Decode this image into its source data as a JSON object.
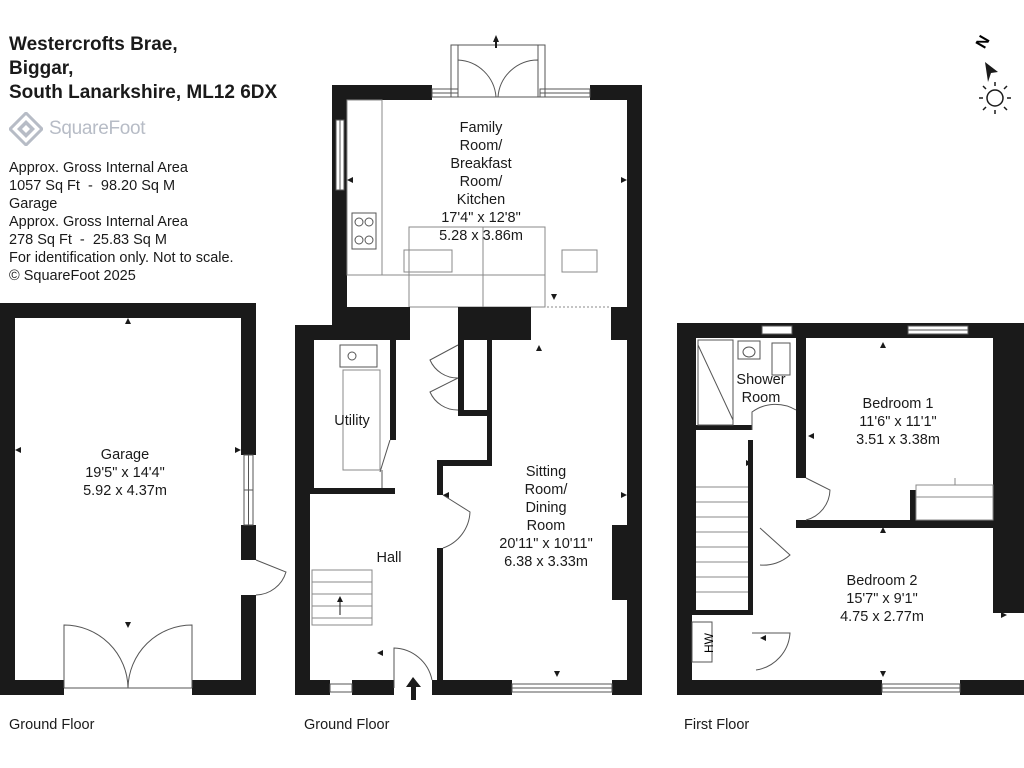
{
  "address": {
    "line1": "Westercrofts Brae,",
    "line2": "Biggar,",
    "line3": "South Lanarkshire, ML12 6DX"
  },
  "brand": {
    "name": "SquareFoot",
    "icon": "squarefoot-logo-icon",
    "color": "#b7bcc6"
  },
  "area_info": {
    "main_heading": "Approx. Gross Internal Area",
    "main_area": "1057 Sq Ft  -  98.20 Sq M",
    "garage_label": "Garage",
    "garage_heading": "Approx. Gross Internal Area",
    "garage_area": "278 Sq Ft  -  25.83 Sq M",
    "disclaimer": "For identification only. Not to scale.",
    "copyright": "© SquareFoot 2025"
  },
  "compass": {
    "north_label": "N",
    "icons": [
      "north-arrow-icon",
      "sun-icon"
    ]
  },
  "rooms": {
    "family": {
      "name_lines": [
        "Family",
        "Room/",
        "Breakfast",
        "Room/",
        "Kitchen"
      ],
      "imperial": "17'4\" x 12'8\"",
      "metric": "5.28 x 3.86m"
    },
    "utility": {
      "name": "Utility"
    },
    "hall": {
      "name": "Hall"
    },
    "sitting": {
      "name_lines": [
        "Sitting",
        "Room/",
        "Dining",
        "Room"
      ],
      "imperial": "20'11\" x 10'11\"",
      "metric": "6.38 x 3.33m"
    },
    "garage": {
      "name": "Garage",
      "imperial": "19'5\" x 14'4\"",
      "metric": "5.92 x 4.37m"
    },
    "shower": {
      "name_lines": [
        "Shower",
        "Room"
      ]
    },
    "bedroom1": {
      "name": "Bedroom 1",
      "imperial": "11'6\" x 11'1\"",
      "metric": "3.51 x 3.38m"
    },
    "bedroom2": {
      "name": "Bedroom 2",
      "imperial": "15'7\" x 9'1\"",
      "metric": "4.75 x 2.77m"
    },
    "hw": {
      "name": "HW"
    }
  },
  "floors": {
    "garage_floor": "Ground Floor",
    "ground_floor": "Ground Floor",
    "first_floor": "First Floor"
  },
  "colors": {
    "wall": "#1a1a1a",
    "fixture": "#888888",
    "logo": "#b7bcc6"
  }
}
